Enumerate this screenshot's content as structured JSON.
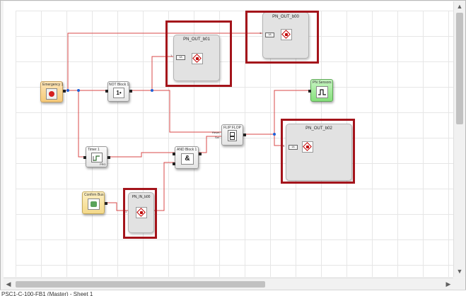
{
  "blocks": {
    "emergency": {
      "label": "Emergency 1"
    },
    "not_block": {
      "label": "NOT Block 1",
      "symbol": "1•"
    },
    "pn_out_b01": {
      "label": "PN_OUT_b01",
      "port_id": "1",
      "port_box": "1A"
    },
    "pn_out_b00": {
      "label": "PN_OUT_b00",
      "port_id": "1",
      "port_box": "1A"
    },
    "pn_sensors": {
      "label": "PN Sensors"
    },
    "flipflop": {
      "label": "FLIP FLOP",
      "reset": "Reset",
      "set": "Set"
    },
    "pn_out_b02": {
      "label": "PN_OUT_b02",
      "port_id": "1",
      "port_box": "1A"
    },
    "timer": {
      "label": "Timer 1",
      "sub": "PRG"
    },
    "and_block": {
      "label": "AND Block 1",
      "symbol": "&"
    },
    "confirm": {
      "label": "Confirm Bus"
    },
    "pn_in_b00": {
      "label": "PN_IN_b00",
      "port_id": "1"
    }
  },
  "status_tab": {
    "label": "PSC1-C-100-FB1 (Master) - Sheet 1"
  },
  "colors": {
    "wire": "#d84a4a",
    "highlight": "#a4141b",
    "junction": "#1f5fd6"
  }
}
